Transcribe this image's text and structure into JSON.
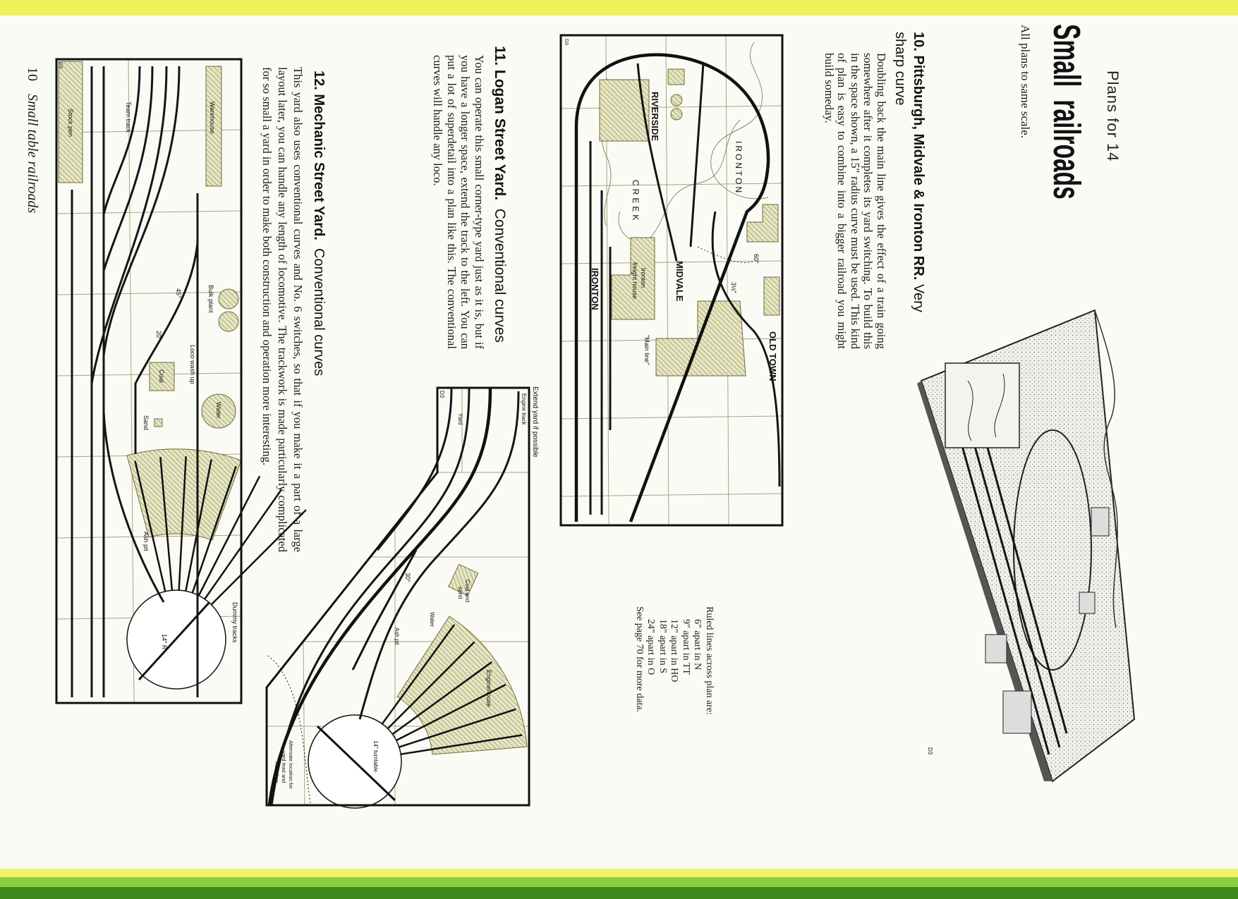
{
  "header": {
    "kicker": "Plans for 14",
    "title": "Small railroads",
    "subtitle": "All plans to same scale."
  },
  "sections": [
    {
      "number_name": "10. Pittsburgh, Midvale & Ironton RR.",
      "descriptor": "Very sharp curve",
      "body": "Doubling back the main line gives the effect of a train going somewhere after it completes its yard switching. To build this in the space shown, a 15″ radius curve must be used. This kind of plan is easy to combine into a bigger railroad you might build someday."
    },
    {
      "number_name": "11. Logan Street Yard.",
      "descriptor": "Conventional curves",
      "body": "You can operate this small corner-type yard just as it is, but if you have a longer space, extend the track to the left. You can put a lot of superdetail into a plan like this. The conventional curves will handle any loco."
    },
    {
      "number_name": "12. Mechanic Street Yard.",
      "descriptor": "Conventional curves",
      "body": "This yard also uses conventional curves and No. 6 switches, so that if you make it a part of a large layout later, you can handle any length of locomotive. The trackwork is made particularly complicated for so small a yard in order to make both construction and operation more interesting."
    }
  ],
  "plan10": {
    "code": "D3",
    "labels": {
      "riverside": "RIVERSIDE",
      "ironton_creek_a": "IRONTON",
      "creek": "CREEK",
      "midvale": "MIDVALE",
      "ironton": "IRONTON",
      "freight_house_a": "Ironton",
      "freight_house_b": "freight house",
      "old_town": "OLD TOWN",
      "main_line": "\"Main line\"",
      "angle": "60°",
      "grade": "3½\""
    }
  },
  "scale_note": {
    "lines": [
      "Ruled lines across plan are:",
      "6\" apart in N",
      "9\" apart in TT",
      "12\" apart in HO",
      "18\" apart in S",
      "24\" apart in O",
      "See page 70 for more data."
    ]
  },
  "illustration": {
    "code": "D3"
  },
  "plan11": {
    "code": "D3",
    "labels": {
      "extend": "Extend yard if possible",
      "engine_track": "Engine track",
      "yard": "Yard",
      "angle": "30°",
      "coal_a": "Coal and",
      "coal_b": "sand",
      "water": "Water",
      "ash_pit": "Ash pit",
      "turntable": "14\" turntable",
      "enginehouse": "Enginehouse",
      "alt_a": "Alternate location for",
      "alt_b": "yard lead and",
      "alt_c": "main line"
    }
  },
  "plan12": {
    "code": "D3",
    "labels": {
      "warehouse": "Warehouse",
      "team_track": "Team track",
      "stock_pen": "Stock pen",
      "bulk_plant": "Bulk plant",
      "angle45": "45°",
      "angle20": "20°",
      "loco_wash": "Loco wash up",
      "coal": "Coal",
      "water": "Water",
      "sand": "Sand",
      "ash_pit": "Ash pit",
      "dummy_tracks": "Dummy tracks",
      "radius": "14\" R"
    }
  },
  "footer": {
    "page_number": "10",
    "running_title": "Small table railroads"
  },
  "colors": {
    "paper": "#fbfbf6",
    "band_yellow": "#eef25a",
    "band_green": "#3f8a1f",
    "hatch": "#9a9a50",
    "ink": "#111111"
  }
}
